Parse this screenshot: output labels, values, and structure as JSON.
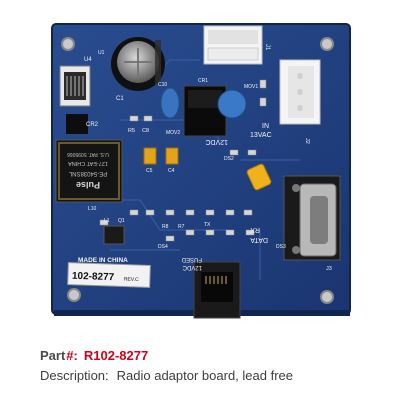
{
  "board": {
    "silkscreen": {
      "u1": "U1",
      "u4": "U4",
      "j1": "J1",
      "j2": "J2",
      "j3": "J3",
      "cr2": "CR2",
      "c10": "C10",
      "c1": "C1",
      "r5": "R5",
      "c8": "C8",
      "mov2": "MOV2",
      "mov1": "MOV1",
      "cr1": "CR1",
      "vdc12": "12VDC",
      "in": "IN",
      "vac13": "13VAC",
      "ds2": "DS2",
      "c5": "C5",
      "c4": "C4",
      "l10": "L10",
      "l1": "L1",
      "q1": "Q1",
      "r8": "R8",
      "r7": "R7",
      "ds4": "DS4",
      "data": "DATA",
      "rx": "RX",
      "tx": "TX",
      "fused": "FUSED",
      "vdc12b": "12VDC",
      "ds3": "DS3",
      "made_in_china": "MADE IN CHINA",
      "board_number": "102-8277",
      "rev": "REV.C"
    },
    "transformer": {
      "brand": "Pulse",
      "model": "PE-54038SNL",
      "origin": "127-EAT CHINA",
      "patent": "U.S. PAT. 5095066"
    }
  },
  "caption": {
    "part_label": "Part",
    "part_hash": "#:",
    "part_number": "R102-8277",
    "description_label": "Description:",
    "description": "Radio adaptor board, lead free"
  },
  "colors": {
    "pcb": "#1f3e7c",
    "accent": "#d0021b"
  }
}
